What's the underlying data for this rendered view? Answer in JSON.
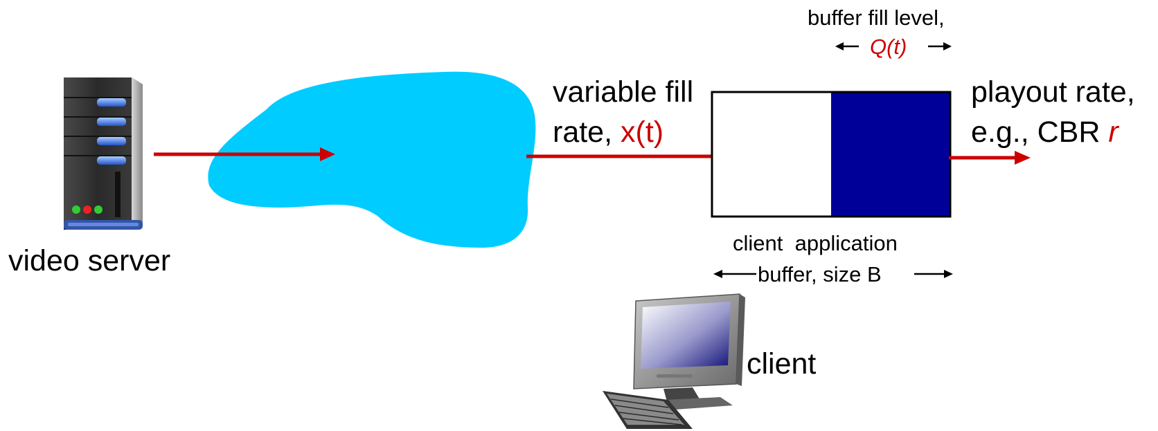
{
  "labels": {
    "video_server": "video server",
    "client": "client",
    "fill_rate_line1": "variable fill",
    "fill_rate_line2_prefix": "rate, ",
    "fill_rate_symbol": "x(t)",
    "playout_line1": "playout rate,",
    "playout_line2_prefix": "e.g., CBR ",
    "playout_symbol": "r",
    "buffer_fill_label": "buffer fill level,",
    "buffer_fill_symbol": "Q(t)",
    "client_buffer_line1": "client  application",
    "client_buffer_line2": "buffer, size B"
  },
  "buffer": {
    "fill_fraction": 0.5
  },
  "colors": {
    "arrow": "#cc0000",
    "cloud": "#00ccff",
    "buffer_fill": "#000099",
    "symbol_text": "#cc0000"
  },
  "icons": {
    "server": "server-tower-icon",
    "network": "network-cloud-icon",
    "client": "desktop-computer-icon"
  }
}
